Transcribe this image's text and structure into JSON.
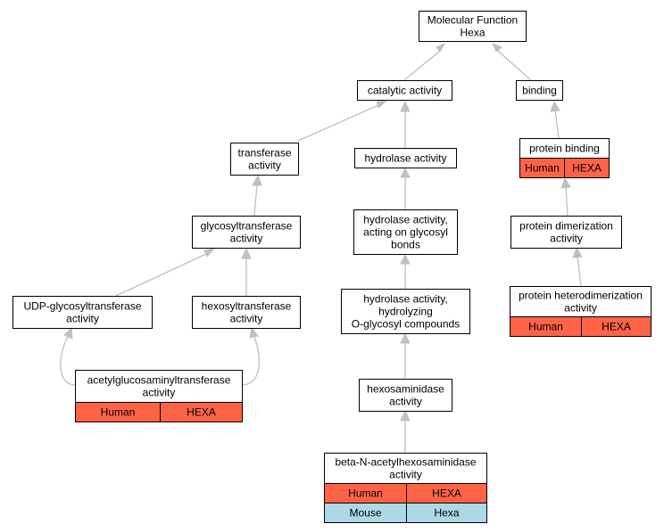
{
  "colors": {
    "human": "#ff6347",
    "mouse": "#add8e6",
    "edge": "#c0c0c0"
  },
  "nodes": [
    {
      "id": "mf",
      "lines": [
        "Molecular Function",
        "Hexa"
      ],
      "rows": []
    },
    {
      "id": "catalytic",
      "lines": [
        "catalytic activity"
      ],
      "rows": []
    },
    {
      "id": "binding",
      "lines": [
        "binding"
      ],
      "rows": []
    },
    {
      "id": "transferase",
      "lines": [
        "transferase",
        "activity"
      ],
      "rows": []
    },
    {
      "id": "hydrolase",
      "lines": [
        "hydrolase activity"
      ],
      "rows": []
    },
    {
      "id": "protein-binding",
      "lines": [
        "protein binding"
      ],
      "rows": [
        {
          "species": "Human",
          "gene": "HEXA",
          "color": "human"
        }
      ]
    },
    {
      "id": "glycosyltransferase",
      "lines": [
        "glycosyltransferase",
        "activity"
      ],
      "rows": []
    },
    {
      "id": "hydrolase-glycosyl",
      "lines": [
        "hydrolase activity,",
        "acting on glycosyl",
        "bonds"
      ],
      "rows": []
    },
    {
      "id": "protein-dimerization",
      "lines": [
        "protein dimerization",
        "activity"
      ],
      "rows": []
    },
    {
      "id": "udp-glycosyltransferase",
      "lines": [
        "UDP-glycosyltransferase",
        "activity"
      ],
      "rows": []
    },
    {
      "id": "hexosyltransferase",
      "lines": [
        "hexosyltransferase",
        "activity"
      ],
      "rows": []
    },
    {
      "id": "hydrolase-o-glycosyl",
      "lines": [
        "hydrolase activity,",
        "hydrolyzing",
        "O-glycosyl compounds"
      ],
      "rows": []
    },
    {
      "id": "protein-heterodimerization",
      "lines": [
        "protein heterodimerization",
        "activity"
      ],
      "rows": [
        {
          "species": "Human",
          "gene": "HEXA",
          "color": "human"
        }
      ]
    },
    {
      "id": "acetylglucosaminyltransferase",
      "lines": [
        "acetylglucosaminyltransferase",
        "activity"
      ],
      "rows": [
        {
          "species": "Human",
          "gene": "HEXA",
          "color": "human"
        }
      ]
    },
    {
      "id": "hexosaminidase",
      "lines": [
        "hexosaminidase",
        "activity"
      ],
      "rows": []
    },
    {
      "id": "beta-n-acetylhexosaminidase",
      "lines": [
        "beta-N-acetylhexosaminidase",
        "activity"
      ],
      "rows": [
        {
          "species": "Human",
          "gene": "HEXA",
          "color": "human"
        },
        {
          "species": "Mouse",
          "gene": "Hexa",
          "color": "mouse"
        }
      ]
    }
  ],
  "edges": [
    {
      "from": "catalytic",
      "to": "mf"
    },
    {
      "from": "binding",
      "to": "mf"
    },
    {
      "from": "transferase",
      "to": "catalytic"
    },
    {
      "from": "hydrolase",
      "to": "catalytic"
    },
    {
      "from": "protein-binding",
      "to": "binding"
    },
    {
      "from": "glycosyltransferase",
      "to": "transferase"
    },
    {
      "from": "hydrolase-glycosyl",
      "to": "hydrolase"
    },
    {
      "from": "protein-dimerization",
      "to": "protein-binding"
    },
    {
      "from": "udp-glycosyltransferase",
      "to": "glycosyltransferase"
    },
    {
      "from": "hexosyltransferase",
      "to": "glycosyltransferase"
    },
    {
      "from": "hydrolase-o-glycosyl",
      "to": "hydrolase-glycosyl"
    },
    {
      "from": "protein-heterodimerization",
      "to": "protein-dimerization"
    },
    {
      "from": "acetylglucosaminyltransferase",
      "to": "udp-glycosyltransferase"
    },
    {
      "from": "acetylglucosaminyltransferase",
      "to": "hexosyltransferase"
    },
    {
      "from": "hexosaminidase",
      "to": "hydrolase-o-glycosyl"
    },
    {
      "from": "beta-n-acetylhexosaminidase",
      "to": "hexosaminidase"
    }
  ]
}
